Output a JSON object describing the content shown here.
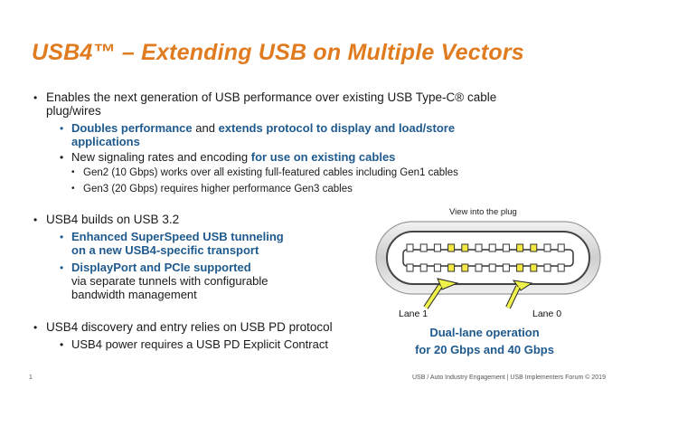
{
  "slide": {
    "title": "USB4™ – Extending USB on Multiple Vectors",
    "bullets": {
      "b1": {
        "text": "Enables the next generation of USB performance over existing USB Type-C® cable plug/wires",
        "sub1": {
          "part_a": "Doubles performance",
          "part_b": " and ",
          "part_c": "extends protocol to display and load/store applications"
        },
        "sub2": {
          "part_a": "New signaling rates and encoding ",
          "part_b": "for use on existing cables",
          "sub_a": "Gen2 (10 Gbps) works over all existing full-featured cables including Gen1 cables",
          "sub_b": "Gen3 (20 Gbps) requires higher performance Gen3 cables"
        }
      },
      "b2": {
        "text": "USB4 builds on USB 3.2",
        "sub1": "Enhanced SuperSpeed USB tunneling on a new USB4-specific transport",
        "sub2": {
          "part_a": "DisplayPort and PCIe supported",
          "part_b": "via separate tunnels with configurable bandwidth management"
        }
      },
      "b3": {
        "text": "USB4 discovery and entry relies on USB PD protocol",
        "sub1": "USB4 power requires a USB PD Explicit Contract"
      }
    },
    "diagram": {
      "caption": "View into the plug",
      "lane1": "Lane 1",
      "lane0": "Lane 0",
      "dual_line1": "Dual-lane operation",
      "dual_line2": "for 20 Gbps and 40 Gbps",
      "colors": {
        "pin_yellow": "#f4e842",
        "arrow_yellow": "#eef24a",
        "shell": "#d9d9d9"
      }
    },
    "footer": {
      "page_number": "1",
      "text": "USB / Auto Industry Engagement  |  USB Implementers Forum © 2019"
    },
    "colors": {
      "title": "#e07b1f",
      "accent_blue": "#1f5a8e"
    }
  }
}
